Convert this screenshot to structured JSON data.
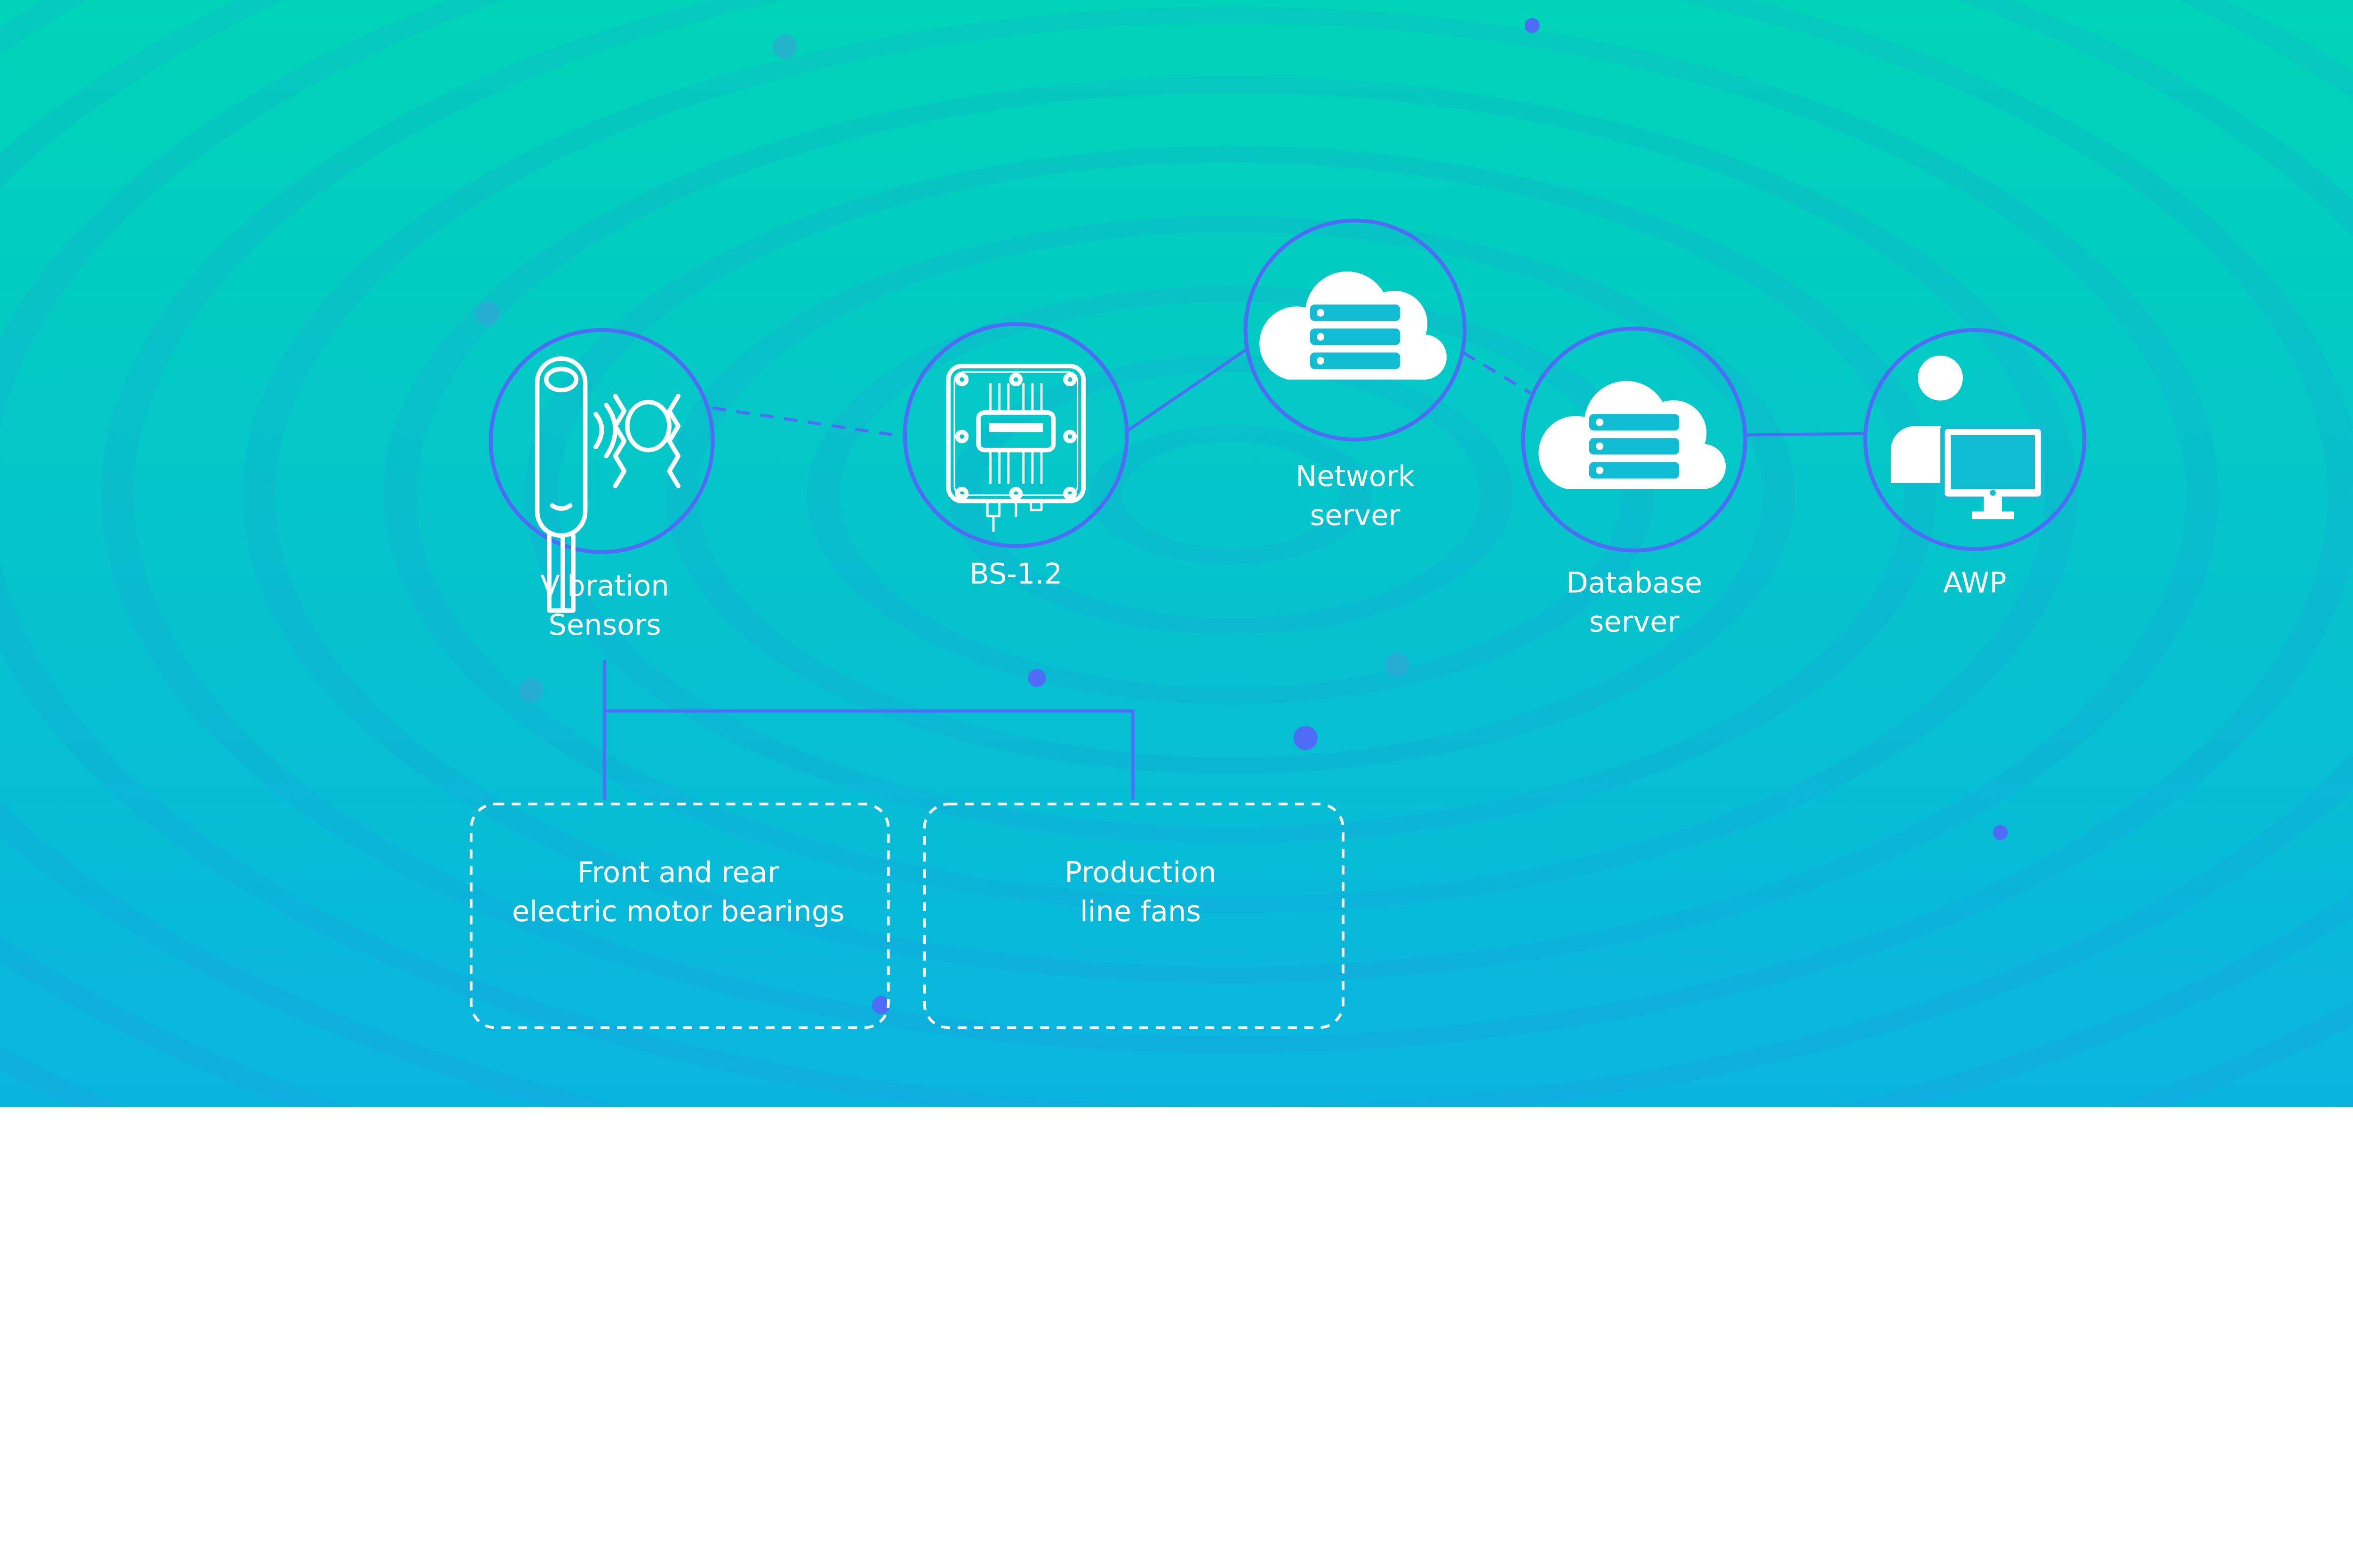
{
  "colors": {
    "background_top": "#00d4b8",
    "background_bottom": "#0ab4e0",
    "accent": "#4f6cf7",
    "icon": "#ffffff"
  },
  "nodes": {
    "vibration_sensors": {
      "line1": "Vibration",
      "line2": "Sensors",
      "icon": "vibration-sensor-icon"
    },
    "bs": {
      "label": "BS-1.2",
      "icon": "base-station-icon"
    },
    "network_server": {
      "line1": "Network",
      "line2": "server",
      "icon": "cloud-server-icon"
    },
    "database_server": {
      "line1": "Database",
      "line2": "server",
      "icon": "cloud-server-icon"
    },
    "awp": {
      "label": "AWP",
      "icon": "workstation-icon"
    }
  },
  "targets": [
    {
      "line1": "Front and rear",
      "line2": "electric motor bearings"
    },
    {
      "line1": "Production",
      "line2": "line fans"
    }
  ]
}
